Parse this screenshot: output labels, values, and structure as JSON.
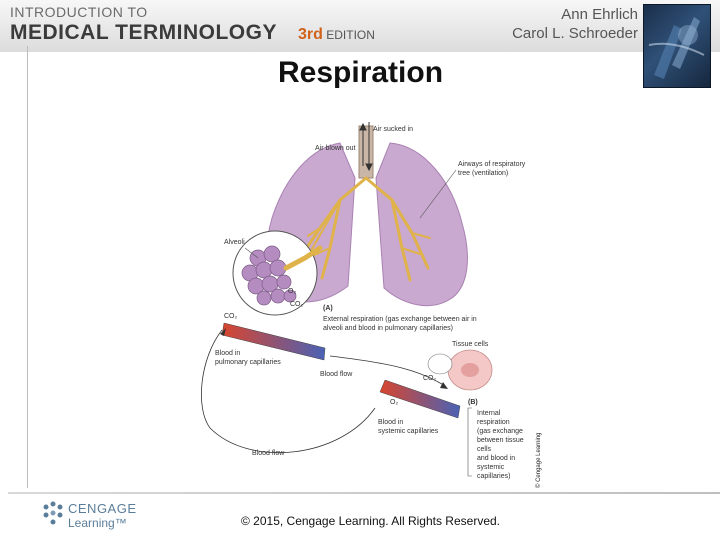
{
  "header": {
    "book_line1": "INTRODUCTION TO",
    "book_line2": "MEDICAL TERMINOLOGY",
    "edition_num": "3rd",
    "edition_word": "EDITION",
    "author1": "Ann Ehrlich",
    "author2": "Carol L. Schroeder"
  },
  "slide": {
    "title": "Respiration"
  },
  "figure": {
    "labels": {
      "air_sucked_in": "Air sucked in",
      "air_blown_out": "Air blown out",
      "airways_line1": "Airways of respiratory",
      "airways_line2": "tree (ventilation)",
      "alveoli": "Alveoli",
      "o2": "O₂",
      "co2": "CO₂",
      "panel_a": "(A)",
      "external_line1": "External respiration (gas exchange between air in",
      "external_line2": "alveoli and blood in pulmonary capillaries)",
      "tissue_cells": "Tissue cells",
      "blood_pulm_line1": "Blood in",
      "blood_pulm_line2": "pulmonary capillaries",
      "blood_flow": "Blood flow",
      "panel_b": "(B)",
      "internal_line1": "Internal",
      "internal_line2": "respiration",
      "internal_line3": "(gas exchange",
      "internal_line4": "between tissue",
      "internal_line5": "cells",
      "internal_line6": "and blood in",
      "internal_line7": "systemic",
      "internal_line8": "capillaries)",
      "blood_sys_line1": "Blood in",
      "blood_sys_line2": "systemic capillaries"
    },
    "credit": "© Cengage Learning"
  },
  "footer": {
    "logo_line1": "CENGAGE",
    "logo_line2": "Learning™",
    "copyright": "© 2015, Cengage Learning. All Rights Reserved."
  },
  "colors": {
    "lung": "#c9a9cf",
    "lung_dark": "#a982b3",
    "airway": "#e0b24a",
    "artery": "#d8452e",
    "vein": "#4a62b5",
    "alveoli": "#b58cc0",
    "accent": "#d0621b"
  }
}
